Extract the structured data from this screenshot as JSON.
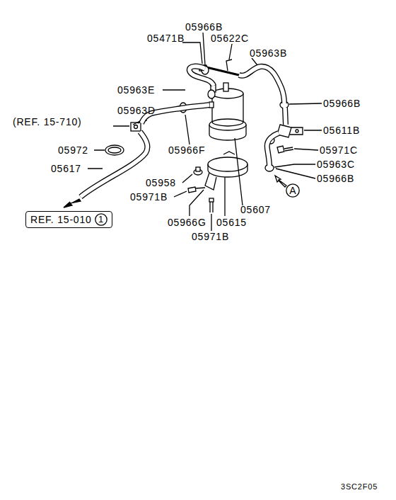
{
  "diagram": {
    "nodes": [
      {
        "text": [
          "REF. 15-010"
        ]
      },
      {
        "text": [
          "1"
        ],
        "in": 0
      },
      {
        "text": [
          "A"
        ]
      }
    ],
    "labels": [
      "05966B",
      "05471B",
      "05622C",
      "05963B",
      "05963E",
      "05966B",
      "05963D",
      "(REF. 15-710)",
      "05611B",
      "05966F",
      "05972",
      "05971C",
      "05617",
      "05963C",
      "05958",
      "05966B",
      "05971B",
      "05607",
      "05966G",
      "05615",
      "05971B",
      "3SC2F05"
    ]
  }
}
